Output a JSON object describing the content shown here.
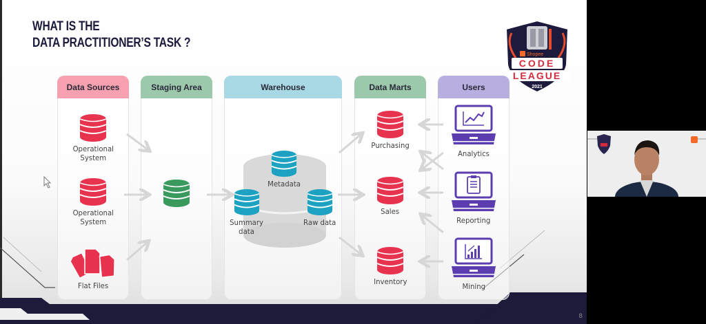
{
  "slide": {
    "title_line1": "WHAT IS THE",
    "title_line2": "DATA PRACTITIONER’S TASK ?",
    "page_number": "8"
  },
  "logo": {
    "brand": "Shopee",
    "line1": "CODE",
    "line2": "LEAGUE",
    "year": "2021"
  },
  "colors": {
    "data_sources": "#f7a1b0",
    "staging": "#9cc9ac",
    "warehouse": "#a8d8e3",
    "data_marts": "#9cc9ac",
    "users": "#b9aee0",
    "red_db": "#e8334f",
    "green_db": "#3a9a5e",
    "teal_db": "#1ea2c2",
    "purple": "#5b3db0",
    "arrow": "#d6d6d6"
  },
  "columns": [
    {
      "id": "data_sources",
      "header": "Data Sources",
      "items": [
        "Operational System",
        "Operational System",
        "Flat Files"
      ]
    },
    {
      "id": "staging",
      "header": "Staging Area",
      "items": [
        ""
      ]
    },
    {
      "id": "warehouse",
      "header": "Warehouse",
      "items": [
        "Metadata",
        "Summary data",
        "Raw data"
      ]
    },
    {
      "id": "data_marts",
      "header": "Data Marts",
      "items": [
        "Purchasing",
        "Sales",
        "Inventory"
      ]
    },
    {
      "id": "users",
      "header": "Users",
      "items": [
        "Analytics",
        "Reporting",
        "Mining"
      ]
    }
  ],
  "labels": {
    "ds1_l1": "Operational",
    "ds1_l2": "System",
    "ds2_l1": "Operational",
    "ds2_l2": "System",
    "ds3": "Flat Files",
    "wh_meta": "Metadata",
    "wh_sum_l1": "Summary",
    "wh_sum_l2": "data",
    "wh_raw": "Raw data",
    "dm1": "Purchasing",
    "dm2": "Sales",
    "dm3": "Inventory",
    "u1": "Analytics",
    "u2": "Reporting",
    "u3": "Mining"
  }
}
